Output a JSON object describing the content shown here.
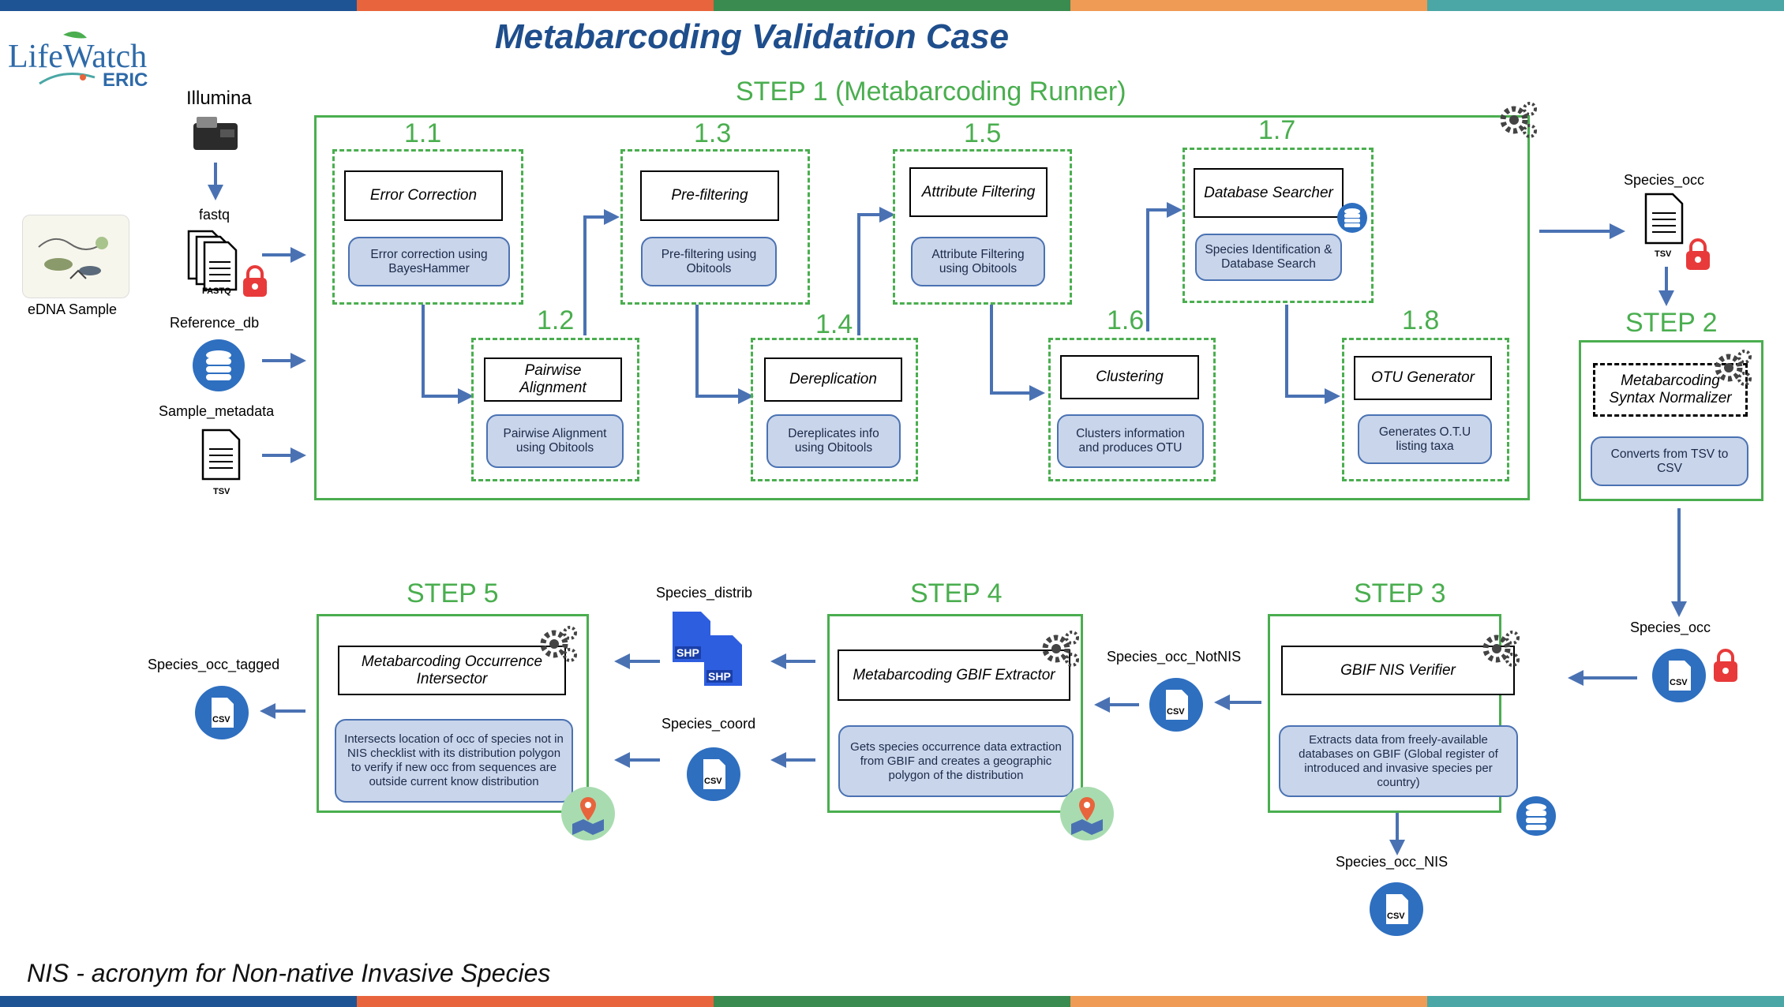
{
  "title": "Metabarcoding Validation Case",
  "logo": {
    "line1": "LifeWatch",
    "line2": "ERIC"
  },
  "footnote": "NIS - acronym for Non-native Invasive Species",
  "colors": {
    "green": "#4aae4f",
    "blue": "#4a72b3",
    "bubble_fill": "#c9d5ea",
    "title": "#1f4e8c",
    "lock": "#e83a3a"
  },
  "stripe_colors": [
    "#1e5494",
    "#e8643c",
    "#3a8b4f",
    "#ef9a55",
    "#4aa7a5"
  ],
  "inputs": {
    "illumina": "Illumina",
    "fastq": "fastq",
    "fastq_icon": "FASTQ",
    "edna": "eDNA Sample",
    "reference_db": "Reference_db",
    "sample_metadata": "Sample_metadata",
    "tsv_icon": "TSV"
  },
  "step1": {
    "label": "STEP 1 (Metabarcoding Runner)",
    "substeps": [
      {
        "num": "1.1",
        "tool": "Error Correction",
        "desc": "Error correction using BayesHammer"
      },
      {
        "num": "1.2",
        "tool": "Pairwise Alignment",
        "desc": "Pairwise Alignment using Obitools"
      },
      {
        "num": "1.3",
        "tool": "Pre-filtering",
        "desc": "Pre-filtering using Obitools"
      },
      {
        "num": "1.4",
        "tool": "Dereplication",
        "desc": "Dereplicates info using Obitools"
      },
      {
        "num": "1.5",
        "tool": "Attribute Filtering",
        "desc": "Attribute Filtering using Obitools"
      },
      {
        "num": "1.6",
        "tool": "Clustering",
        "desc": "Clusters information and produces OTU"
      },
      {
        "num": "1.7",
        "tool": "Database Searcher",
        "desc": "Species Identification & Database Search"
      },
      {
        "num": "1.8",
        "tool": "OTU Generator",
        "desc": "Generates O.T.U listing taxa"
      }
    ]
  },
  "step2": {
    "label": "STEP 2",
    "tool": "Metabarcoding Syntax Normalizer",
    "desc": "Converts from TSV to CSV"
  },
  "step3": {
    "label": "STEP 3",
    "tool": "GBIF NIS Verifier",
    "desc": "Extracts data from freely-available databases on GBIF (Global register of introduced and invasive species per country)"
  },
  "step4": {
    "label": "STEP 4",
    "tool": "Metabarcoding GBIF Extractor",
    "desc": "Gets species occurrence data extraction from GBIF and creates a geographic polygon of the distribution"
  },
  "step5": {
    "label": "STEP 5",
    "tool": "Metabarcoding Occurrence Intersector",
    "desc": "Intersects location of occ of species not in NIS checklist with its distribution polygon to verify if new occ from sequences are outside current know distribution"
  },
  "files": {
    "species_occ_1": "Species_occ",
    "species_occ_2": "Species_occ",
    "species_occ_notnis": "Species_occ_NotNIS",
    "species_occ_nis": "Species_occ_NIS",
    "species_distrib": "Species_distrib",
    "species_coord": "Species_coord",
    "species_occ_tagged": "Species_occ_tagged",
    "csv_icon": "CSV",
    "shp_icon": "SHP"
  }
}
